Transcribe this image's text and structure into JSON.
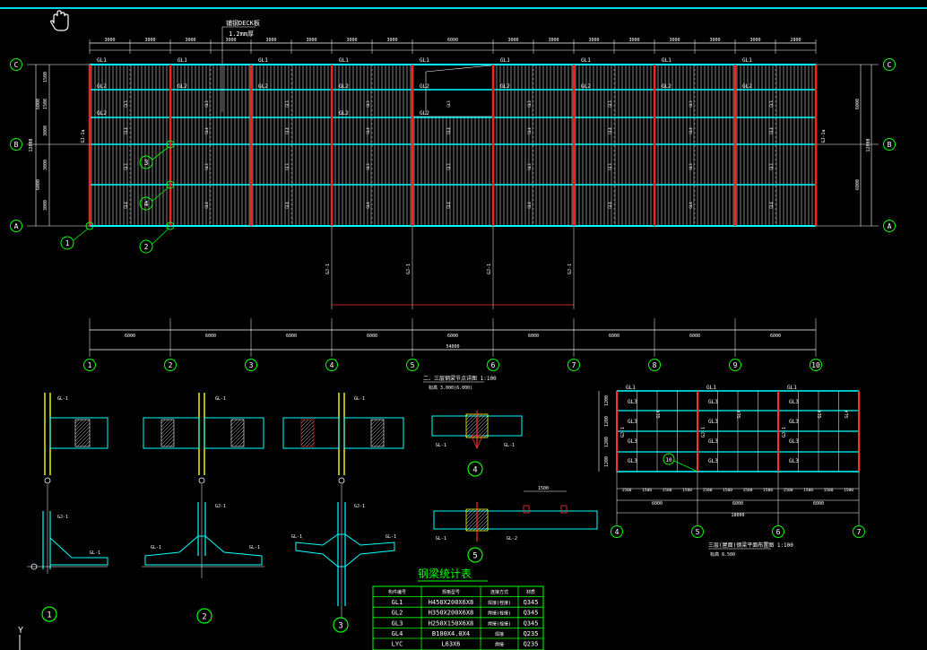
{
  "cursor": {
    "icon": "hand-pan-icon"
  },
  "colors": {
    "background": "#000000",
    "beam": "#00ffff",
    "column": "#ff2020",
    "bubble": "#00ff00",
    "text": "#ffffff",
    "hatch": "#c8c8c8",
    "note": "#ffff00"
  },
  "plan": {
    "top_dims": [
      "3000",
      "3000",
      "3000",
      "3000",
      "3000",
      "3000",
      "3000",
      "3000",
      "6000",
      "3000",
      "3000",
      "3000",
      "3000",
      "3000",
      "3000",
      "3000",
      "2800"
    ],
    "note_top": "铺钢DECK板",
    "note_top2": "1.2mm厚",
    "row_labels": [
      "C",
      "B",
      "A"
    ],
    "left_dims": [
      "1500",
      "1500",
      "3000",
      "3000",
      "3000"
    ],
    "left_total": "12000",
    "left_sub": [
      "6000",
      "6000"
    ],
    "right_sub": [
      "6000",
      "6000"
    ],
    "right_total": "12000",
    "gl1_labels": [
      "GL1",
      "GL1",
      "GL1",
      "GL1",
      "GL1",
      "GL1",
      "GL1",
      "GL1",
      "GL1"
    ],
    "gl2_labels": [
      "GL2",
      "GL2",
      "GL2",
      "GL2",
      "GL2",
      "GL2",
      "GL2",
      "GL2",
      "GL2"
    ],
    "gl2b_label": "GL2",
    "gl1a_labels": [
      "GJ-1a",
      "GJ-1a"
    ],
    "gl3_label": "GL3",
    "gl4_label": "GL4",
    "vert_labels": [
      "GJ-1",
      "GJ-1",
      "GJ-1",
      "GJ-1"
    ],
    "detail_bubbles": [
      "1",
      "2",
      "3",
      "4"
    ],
    "bottom_dims": [
      "6000",
      "6000",
      "6000",
      "6000",
      "6000",
      "6000",
      "6000",
      "6000",
      "6000"
    ],
    "bottom_total": "54000",
    "col_labels": [
      "1",
      "2",
      "3",
      "4",
      "5",
      "6",
      "7",
      "8",
      "9",
      "10"
    ]
  },
  "details": {
    "labels": [
      "1",
      "2",
      "3",
      "4",
      "5"
    ],
    "title_4": "二、三层钢梁节点详图 1:100",
    "sub_4": "标高 3.000(6.000)",
    "small": "GL-1",
    "small2": "GL-2",
    "dim_5": "1500"
  },
  "plan2": {
    "gl1": [
      "GL1",
      "GL1",
      "GL1"
    ],
    "gl3": "GL3",
    "gl4": "GL4",
    "gj": "GJ-1",
    "left_dims": [
      "1200",
      "1200",
      "1200",
      "1200"
    ],
    "bottom_small": [
      "1500",
      "1500",
      "1500",
      "1500",
      "1500",
      "1500",
      "1500",
      "1500",
      "1500",
      "1500",
      "1500",
      "1500"
    ],
    "bottom_mid": [
      "6000",
      "6000",
      "6000"
    ],
    "bottom_total": "18000",
    "col_labels": [
      "4",
      "5",
      "6",
      "7"
    ],
    "bubble": "10",
    "title": "三层(屋面)钢梁平面布置图 1:100",
    "sub": "标高 8.500"
  },
  "table": {
    "title": "钢梁统计表",
    "headers": [
      "构件编号",
      "规格型号",
      "连接方式",
      "材质"
    ],
    "rows": [
      [
        "GL1",
        "H450X200X6X8",
        "焊接(栓接)",
        "Q345"
      ],
      [
        "GL2",
        "H350X200X6X8",
        "焊接(栓接)",
        "Q345"
      ],
      [
        "GL3",
        "H250X150X6X8",
        "焊接(栓接)",
        "Q345"
      ],
      [
        "GL4",
        "B100X4.0X4",
        "焊接",
        "Q235"
      ],
      [
        "LYC",
        "L63X6",
        "焊接",
        "Q235"
      ]
    ]
  }
}
